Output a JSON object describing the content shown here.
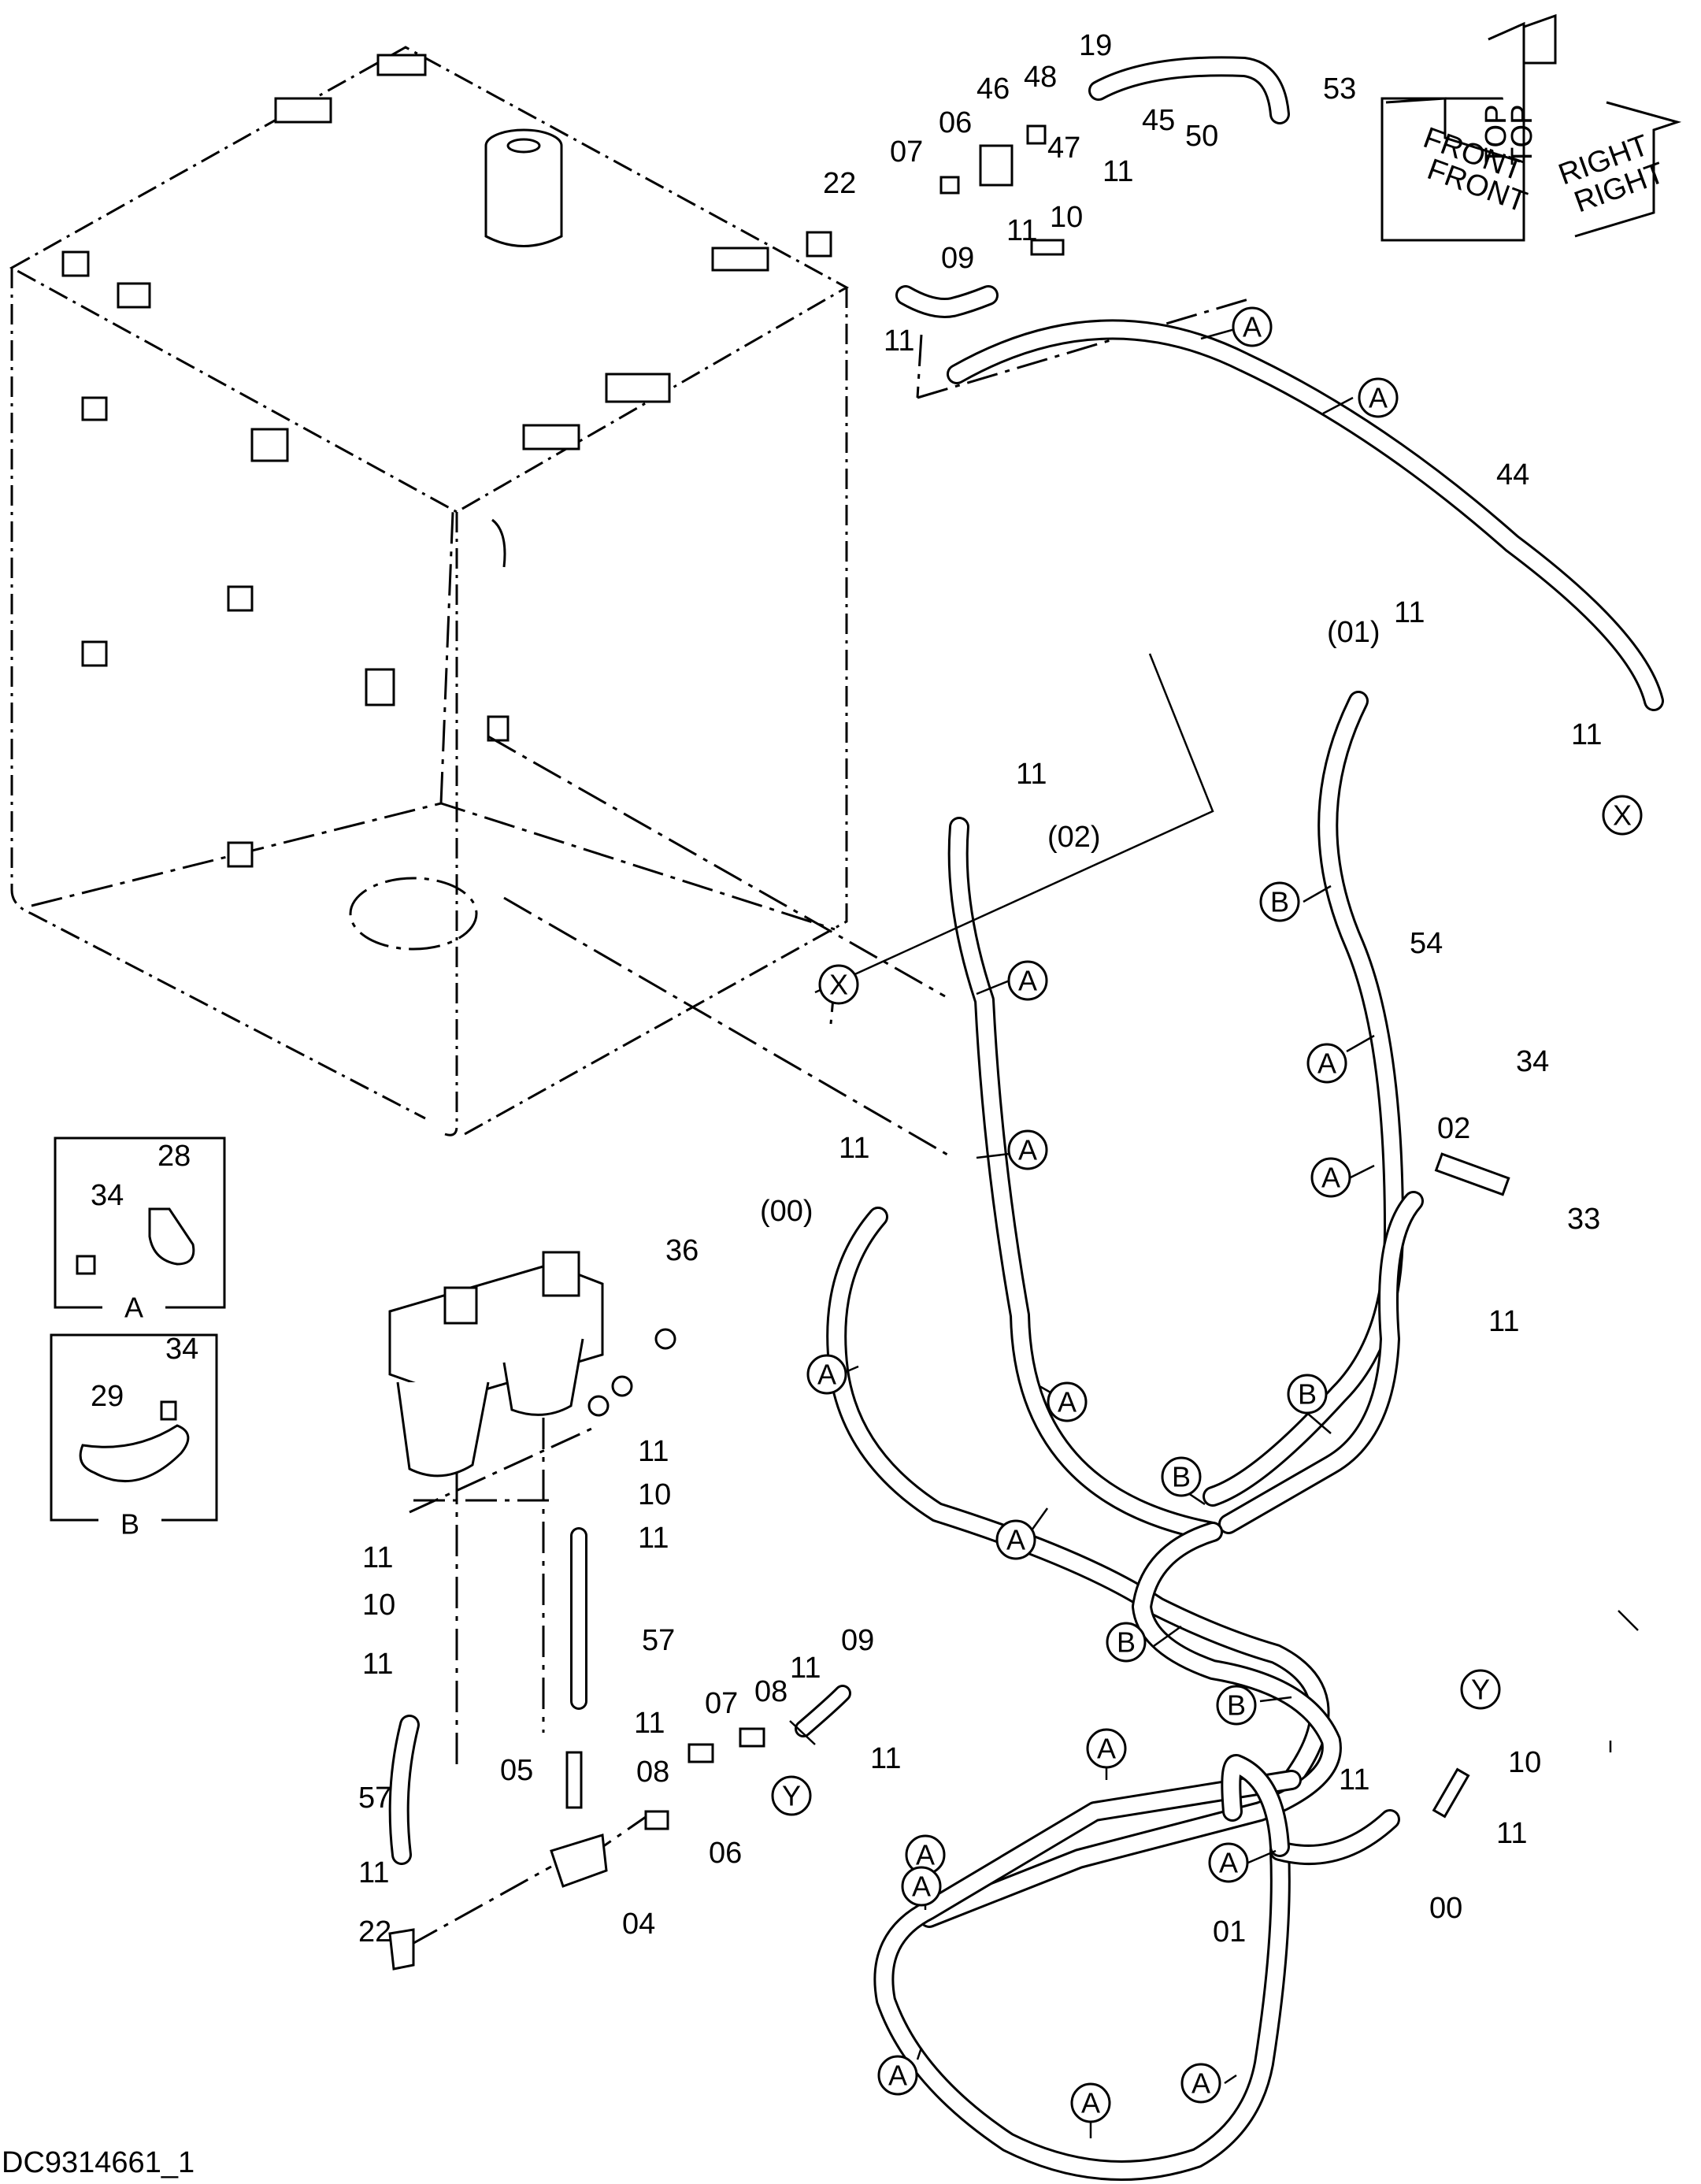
{
  "drawing_id": "DC9314661_1",
  "orientation": {
    "top": "TOP",
    "front": "FRONT",
    "right": "RIGHT"
  },
  "callout_circles": [
    {
      "id": "c1",
      "text": "A"
    },
    {
      "id": "c2",
      "text": "A"
    },
    {
      "id": "c3",
      "text": "X"
    },
    {
      "id": "c4",
      "text": "A"
    },
    {
      "id": "c5",
      "text": "A"
    },
    {
      "id": "c6",
      "text": "X"
    },
    {
      "id": "c7",
      "text": "B"
    },
    {
      "id": "c8",
      "text": "A"
    },
    {
      "id": "c9",
      "text": "A"
    },
    {
      "id": "c10",
      "text": "A"
    },
    {
      "id": "c11",
      "text": "A"
    },
    {
      "id": "c12",
      "text": "A"
    },
    {
      "id": "c13",
      "text": "B"
    },
    {
      "id": "c14",
      "text": "B"
    },
    {
      "id": "c15",
      "text": "A"
    },
    {
      "id": "c16",
      "text": "B"
    },
    {
      "id": "c17",
      "text": "B"
    },
    {
      "id": "c18",
      "text": "Y"
    },
    {
      "id": "c19",
      "text": "Y"
    },
    {
      "id": "c20",
      "text": "A"
    },
    {
      "id": "c21",
      "text": "A"
    },
    {
      "id": "c22",
      "text": "A"
    },
    {
      "id": "c23",
      "text": "A"
    },
    {
      "id": "c24",
      "text": "A"
    },
    {
      "id": "c25",
      "text": "A"
    }
  ],
  "part_labels": [
    {
      "id": "p1",
      "text": "19"
    },
    {
      "id": "p2",
      "text": "46"
    },
    {
      "id": "p3",
      "text": "48"
    },
    {
      "id": "p4",
      "text": "53"
    },
    {
      "id": "p5",
      "text": "07"
    },
    {
      "id": "p6",
      "text": "06"
    },
    {
      "id": "p7",
      "text": "45"
    },
    {
      "id": "p8",
      "text": "50"
    },
    {
      "id": "p9",
      "text": "22"
    },
    {
      "id": "p10",
      "text": "47"
    },
    {
      "id": "p11",
      "text": "11"
    },
    {
      "id": "p12",
      "text": "10"
    },
    {
      "id": "p13",
      "text": "11"
    },
    {
      "id": "p14",
      "text": "09"
    },
    {
      "id": "p15",
      "text": "11"
    },
    {
      "id": "p16",
      "text": "44"
    },
    {
      "id": "p17",
      "text": "(01)"
    },
    {
      "id": "p18",
      "text": "11"
    },
    {
      "id": "p19",
      "text": "11"
    },
    {
      "id": "p20",
      "text": "11"
    },
    {
      "id": "p21",
      "text": "(02)"
    },
    {
      "id": "p22",
      "text": "54"
    },
    {
      "id": "p23",
      "text": "34"
    },
    {
      "id": "p24",
      "text": "02"
    },
    {
      "id": "p25",
      "text": "11"
    },
    {
      "id": "p26",
      "text": "33"
    },
    {
      "id": "p27",
      "text": "(00)"
    },
    {
      "id": "p28",
      "text": "11"
    },
    {
      "id": "p29",
      "text": "28"
    },
    {
      "id": "p30",
      "text": "34"
    },
    {
      "id": "p31",
      "text": "36"
    },
    {
      "id": "p32",
      "text": "34"
    },
    {
      "id": "p33",
      "text": "29"
    },
    {
      "id": "p34",
      "text": "11"
    },
    {
      "id": "p35",
      "text": "10"
    },
    {
      "id": "p36",
      "text": "11"
    },
    {
      "id": "p37",
      "text": "11"
    },
    {
      "id": "p38",
      "text": "10"
    },
    {
      "id": "p39",
      "text": "11"
    },
    {
      "id": "p40",
      "text": "57"
    },
    {
      "id": "p41",
      "text": "09"
    },
    {
      "id": "p42",
      "text": "11"
    },
    {
      "id": "p43",
      "text": "07"
    },
    {
      "id": "p44",
      "text": "08"
    },
    {
      "id": "p45",
      "text": "11"
    },
    {
      "id": "p46",
      "text": "05"
    },
    {
      "id": "p47",
      "text": "08"
    },
    {
      "id": "p48",
      "text": "57"
    },
    {
      "id": "p49",
      "text": "11"
    },
    {
      "id": "p50",
      "text": "06"
    },
    {
      "id": "p51",
      "text": "10"
    },
    {
      "id": "p52",
      "text": "11"
    },
    {
      "id": "p53",
      "text": "11"
    },
    {
      "id": "p54",
      "text": "04"
    },
    {
      "id": "p55",
      "text": "22"
    },
    {
      "id": "p56",
      "text": "01"
    },
    {
      "id": "p57",
      "text": "00"
    },
    {
      "id": "p58",
      "text": "11"
    }
  ],
  "detail_boxes": [
    {
      "id": "detail-a",
      "caption": "A"
    },
    {
      "id": "detail-b",
      "caption": "B"
    }
  ]
}
